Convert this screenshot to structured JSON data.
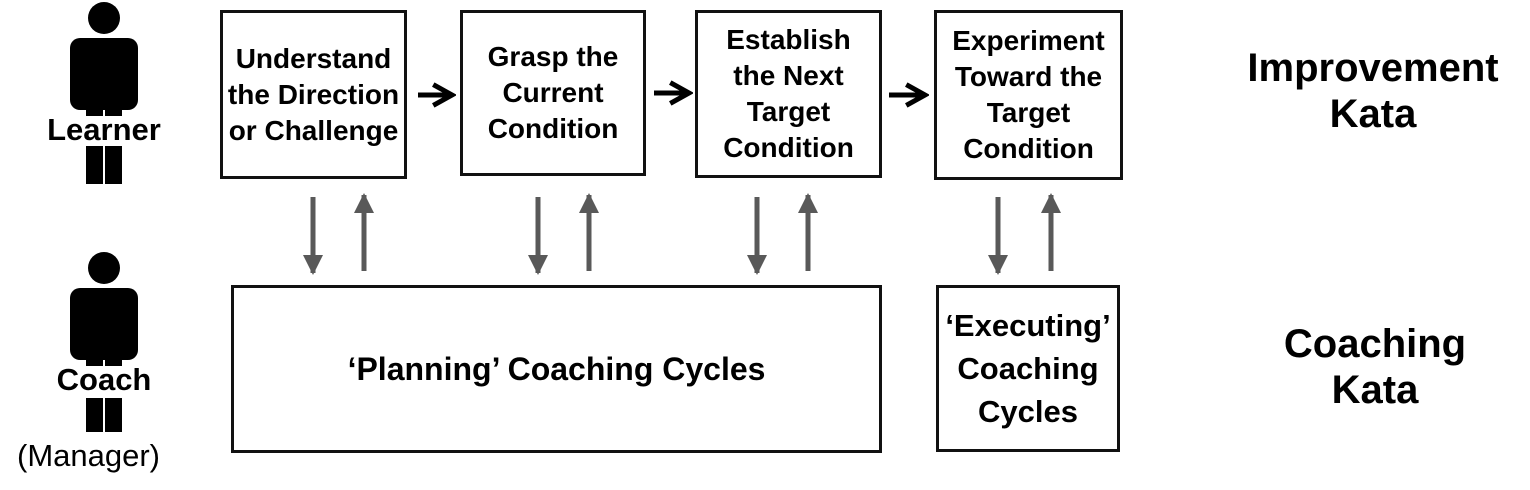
{
  "roles": {
    "learner": {
      "label": "Learner"
    },
    "coach": {
      "label": "Coach",
      "sublabel": "(Manager)"
    }
  },
  "improvement_steps": [
    {
      "label": "Understand the Direction or Challenge"
    },
    {
      "label": "Grasp the Current Condition"
    },
    {
      "label": "Establish the Next Target Condition"
    },
    {
      "label": "Experiment Toward the Target Condition"
    }
  ],
  "coaching_boxes": [
    {
      "label": "‘Planning’ Coaching Cycles"
    },
    {
      "label": "‘Executing’ Coaching Cycles"
    }
  ],
  "kata_labels": {
    "improvement": "Improvement\nKata",
    "coaching": "Coaching\nKata"
  },
  "colors": {
    "box_border": "#111111",
    "flow_arrow": "#000000",
    "exchange_arrow": "#595959",
    "person": "#000000"
  },
  "icons": [
    "person-icon",
    "arrow-right-icon",
    "arrow-down-icon",
    "arrow-up-icon"
  ]
}
